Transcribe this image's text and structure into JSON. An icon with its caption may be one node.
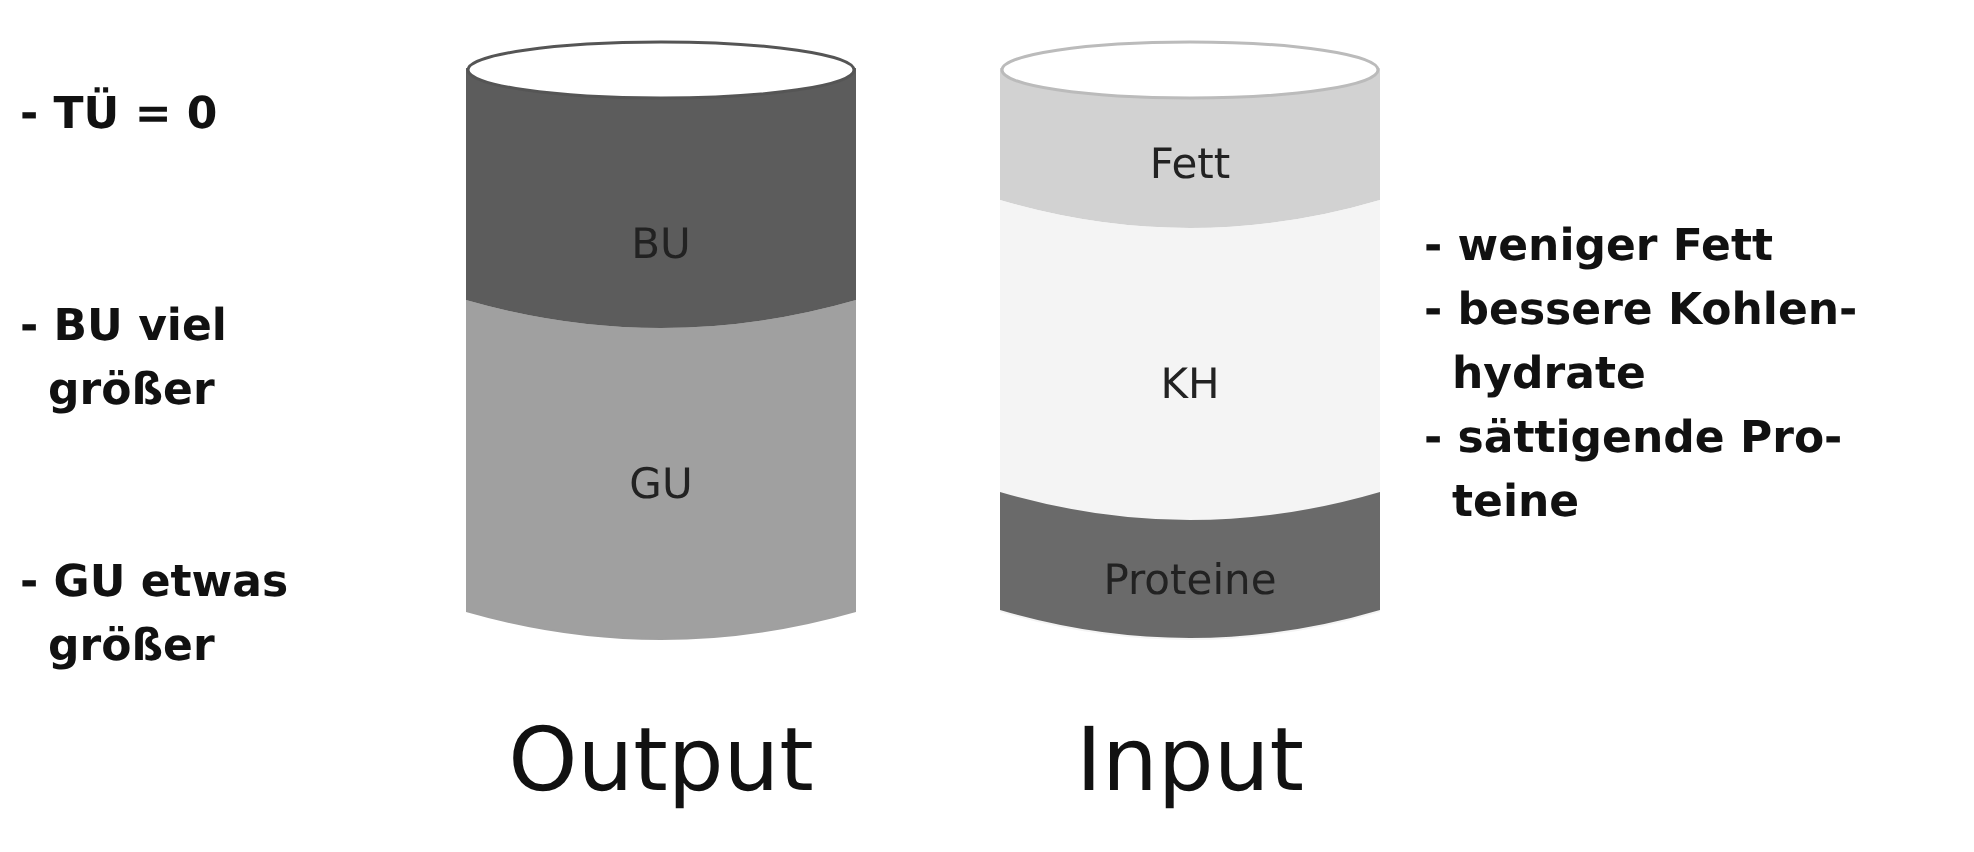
{
  "diagram": {
    "nodes": [
      {
        "text": [
          "Output"
        ]
      },
      {
        "text": [
          "BU"
        ],
        "in": 0
      },
      {
        "text": [
          "GU"
        ],
        "in": 0
      },
      {
        "text": [
          "Input"
        ]
      },
      {
        "text": [
          "Fett"
        ],
        "in": 3
      },
      {
        "text": [
          "KH"
        ],
        "in": 3
      },
      {
        "text": [
          "Proteine"
        ],
        "in": 3
      }
    ],
    "edges": [],
    "labels": [
      "- TÜ = 0",
      "- BU viel größer",
      "- GU etwas größer",
      "- weniger Fett",
      "- bessere Kohlen- hydrate",
      "- sättigende Pro- teine"
    ]
  }
}
